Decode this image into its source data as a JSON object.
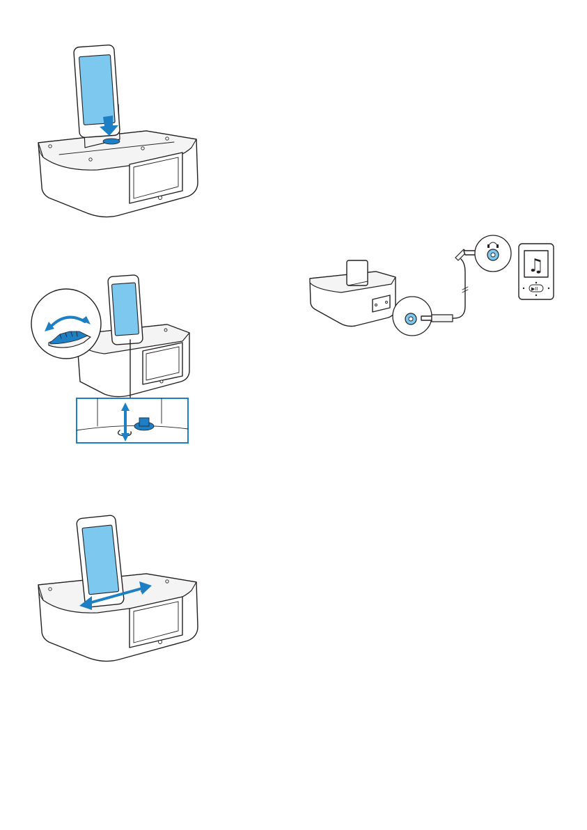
{
  "figures": [
    {
      "id": "dock-insert-player",
      "caption": ""
    },
    {
      "id": "dock-adjust-support",
      "caption": ""
    },
    {
      "id": "dock-slide-connector",
      "caption": ""
    },
    {
      "id": "aux-in-connection",
      "caption": ""
    }
  ],
  "player": {
    "screen_icon": "♫",
    "play_pause_label": "▶II",
    "headphone_icon": "headphone-icon"
  },
  "colors": {
    "accent_blue": "#1d7fc4",
    "screen_blue": "#7cc8ee",
    "line_black": "#231f20"
  }
}
